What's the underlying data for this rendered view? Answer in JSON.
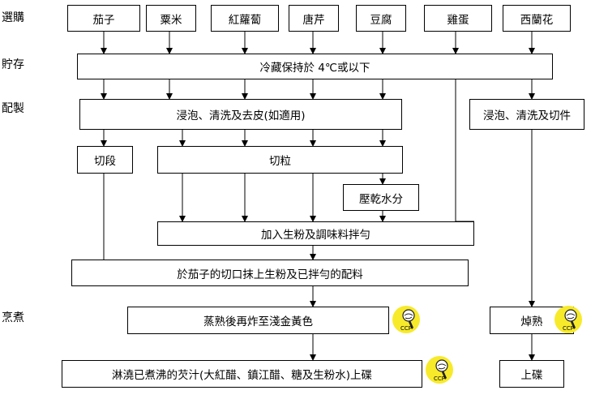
{
  "lanes": {
    "purchase": "選購",
    "storage": "貯存",
    "prep": "配製",
    "cook": "烹煮"
  },
  "ingredients": [
    "茄子",
    "粟米",
    "紅蘿蔔",
    "唐芹",
    "豆腐",
    "雞蛋",
    "西蘭花"
  ],
  "steps": {
    "chill": "冷藏保持於 4℃或以下",
    "soak_main": "浸泡、清洗及去皮(如適用)",
    "soak_broccoli": "浸泡、清洗及切件",
    "cut_segments": "切段",
    "dice": "切粒",
    "press_dry": "壓乾水分",
    "add_starch": "加入生粉及調味料拌勻",
    "stuff": "於茄子的切口抹上生粉及已拌勻的配料",
    "steam_fry": "蒸熟後再炸至淺金黃色",
    "blanch": "焯熟",
    "sauce": "淋澆已煮沸的芡汁(大紅醋、鎮江醋、糖及生粉水)上碟",
    "plate": "上碟"
  },
  "ccp_label": "CCP",
  "colors": {
    "ccp_fill": "#f7ea2a",
    "ccp_ring": "#ffffff"
  }
}
